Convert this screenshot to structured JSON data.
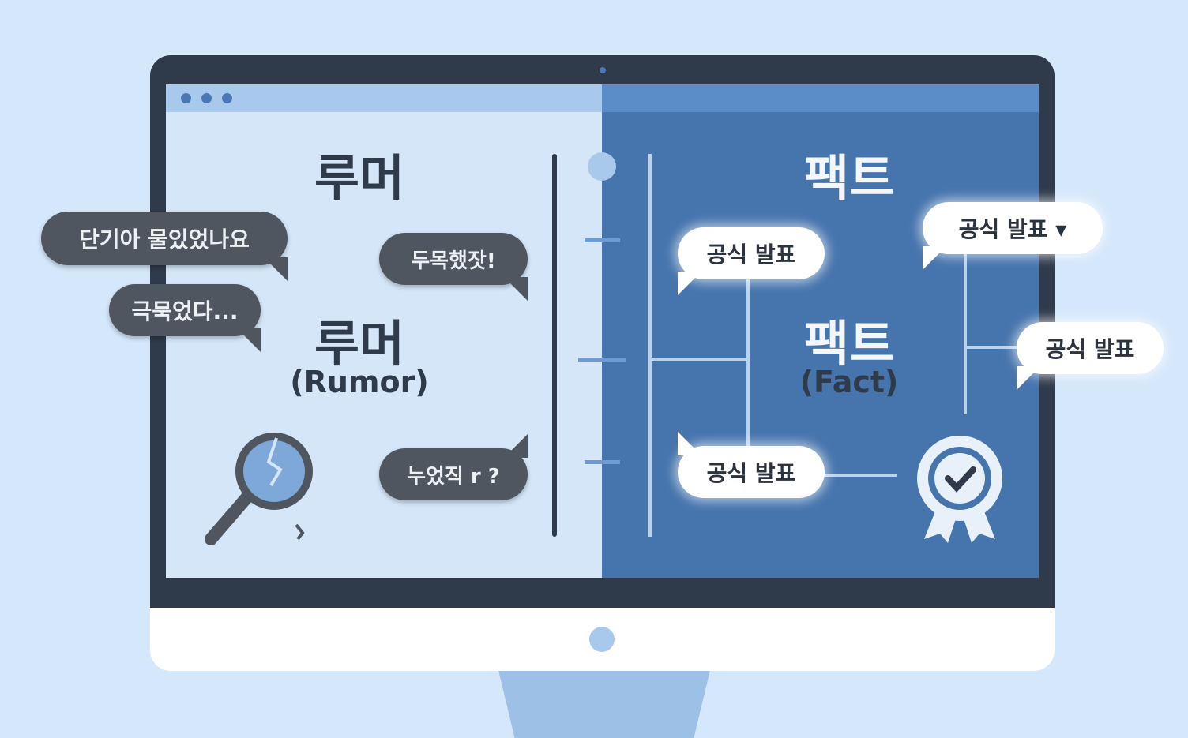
{
  "left_panel": {
    "title": "루머",
    "title2": "루머",
    "subtitle": "(Rumor)",
    "bubbles": [
      "단기아 물있었나요",
      "극묵었다...",
      "두목했잣!",
      "누었직 r ?"
    ]
  },
  "right_panel": {
    "title": "팩트",
    "title2": "팩트",
    "subtitle": "(Fact)",
    "bubbles": [
      "공식 발표",
      "공식 발표 ▾",
      "공식 발표",
      "공식 발표"
    ]
  },
  "colors": {
    "background": "#d5e7fb",
    "bezel": "#2f3a4a",
    "rumor_panel": "#d4e6f8",
    "fact_panel": "#4674ad",
    "rumor_bubble": "#4f5660"
  }
}
